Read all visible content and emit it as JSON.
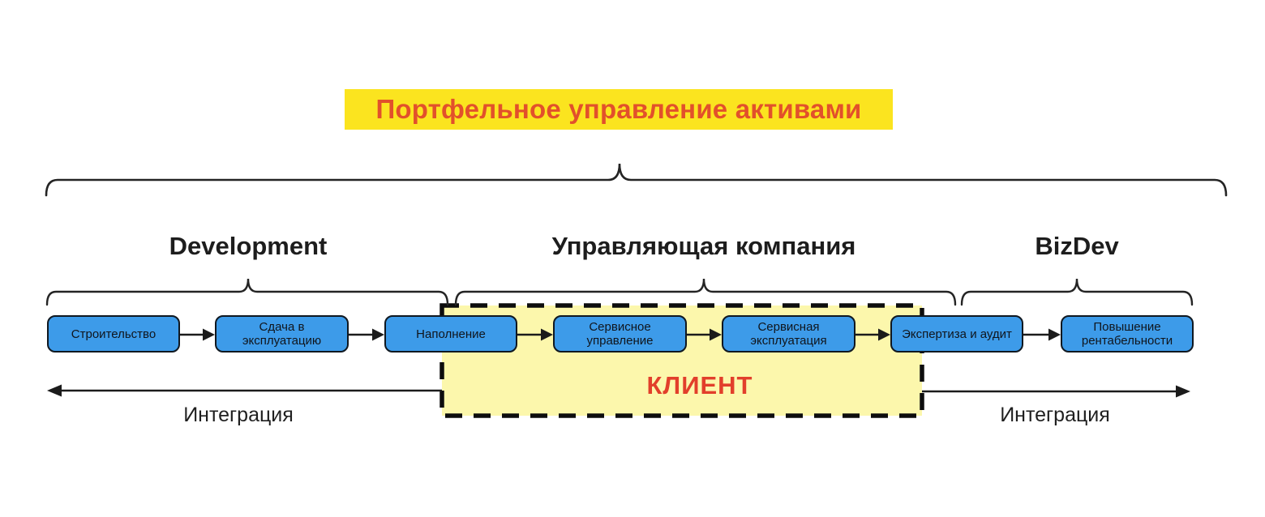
{
  "title": {
    "text": "Портфельное управление активами",
    "highlight_color": "#FBE41F",
    "text_color": "#E2502B"
  },
  "sections": [
    {
      "label": "Development"
    },
    {
      "label": "Управляющая компания"
    },
    {
      "label": "BizDev"
    }
  ],
  "process_steps": [
    {
      "label": "Строительство"
    },
    {
      "label": "Сдача в эксплуатацию"
    },
    {
      "label": "Наполнение"
    },
    {
      "label": "Сервисное управление"
    },
    {
      "label": "Сервисная эксплуатация"
    },
    {
      "label": "Экспертиза и аудит"
    },
    {
      "label": "Повышение рентабельности"
    }
  ],
  "client_box": {
    "label": "КЛИЕНТ",
    "fill_color": "#FCF7AC",
    "border_color": "#0d0d0d",
    "text_color": "#E23F2B"
  },
  "integration": {
    "left_label": "Интеграция",
    "right_label": "Интеграция"
  },
  "colors": {
    "step_fill": "#3D9BE9",
    "step_border": "#101820",
    "line": "#1f1f1f"
  }
}
